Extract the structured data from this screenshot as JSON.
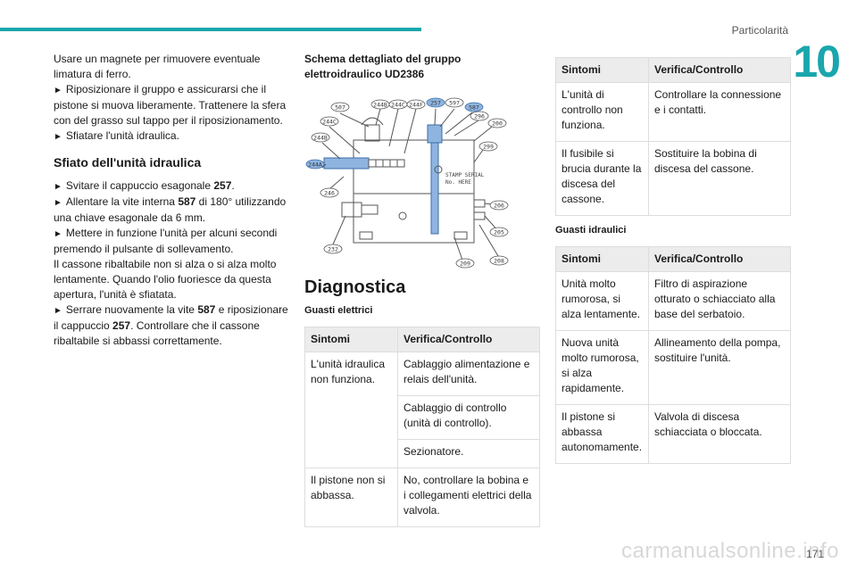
{
  "header": {
    "section": "Particolarità",
    "chapter": "10",
    "page": "171",
    "watermark": "carmanualsonline.info"
  },
  "col1": {
    "intro_lines": [
      {
        "text": "Usare un magnete per rimuovere eventuale limatura di ferro."
      },
      {
        "text": "Riposizionare il gruppo e assicurarsi che il pistone si muova liberamente. Trattenere la sfera con del grasso sul tappo per il riposizionamento."
      },
      {
        "text": "Sfiatare l'unità idraulica."
      }
    ],
    "heading": "Sfiato dell'unità idraulica",
    "steps": {
      "s1_pre": "Svitare il cappuccio esagonale ",
      "s1_num": "257",
      "s1_post": ".",
      "s2_pre": "Allentare la vite interna ",
      "s2_num": "587",
      "s2_post": " di 180° utilizzando una chiave esagonale da 6 mm.",
      "s3": "Mettere in funzione l'unità per alcuni secondi premendo il pulsante di sollevamento.",
      "s3_note": "Il cassone ribaltabile non si alza o si alza molto lentamente. Quando l'olio fuoriesce da questa apertura, l'unità è sfiatata.",
      "s4_pre": "Serrare nuovamente la vite ",
      "s4_num": "587",
      "s4_mid": " e riposizionare il cappuccio ",
      "s4_num2": "257",
      "s4_post": ". Controllare che il cassone ribaltabile si abbassi correttamente."
    },
    "bullet": "►"
  },
  "col2": {
    "schema_title": "Schema dettagliato del gruppo elettroidraulico UD2386",
    "diagram_labels": {
      "top": [
        "507",
        "244B",
        "244C",
        "244F",
        "257",
        "597",
        "587"
      ],
      "left": [
        "244C",
        "244B",
        "244A",
        "246"
      ],
      "right": [
        "200",
        "296",
        "299",
        "206",
        "205",
        "208"
      ],
      "bottom": [
        "232",
        "209"
      ],
      "stamp1": "STAMP SERIAL",
      "stamp2": "No. HERE"
    },
    "diag_heading": "Diagnostica",
    "elec_heading": "Guasti elettrici",
    "table": {
      "col1": "Sintomi",
      "col2": "Verifica/Controllo",
      "r1_sym": "L'unità idraulica non funziona.",
      "r1_c1": "Cablaggio alimentazione e relais dell'unità.",
      "r1_c2": "Cablaggio di controllo (unità di controllo).",
      "r1_c3": "Sezionatore.",
      "r2_sym": "Il pistone non si abbassa.",
      "r2_c1": "No, controllare la bobina e i collegamenti elettrici della valvola."
    }
  },
  "col3": {
    "table1": {
      "col1": "Sintomi",
      "col2": "Verifica/Controllo",
      "r1_sym": "L'unità di controllo non funziona.",
      "r1_chk": "Controllare la connessione e i contatti.",
      "r2_sym": "Il fusibile si brucia durante la discesa del cassone.",
      "r2_chk": "Sostituire la bobina di discesa del cassone."
    },
    "hyd_heading": "Guasti idraulici",
    "table2": {
      "col1": "Sintomi",
      "col2": "Verifica/Controllo",
      "r1_sym": "Unità molto rumorosa, si alza lentamente.",
      "r1_chk": "Filtro di aspirazione otturato o schiacciato alla base del serbatoio.",
      "r2_sym": "Nuova unità molto rumorosa, si alza rapidamente.",
      "r2_chk": "Allineamento della pompa, sostituire l'unità.",
      "r3_sym": "Il pistone si abbassa autonomamente.",
      "r3_chk": "Valvola di discesa schiacciata o bloccata."
    }
  }
}
